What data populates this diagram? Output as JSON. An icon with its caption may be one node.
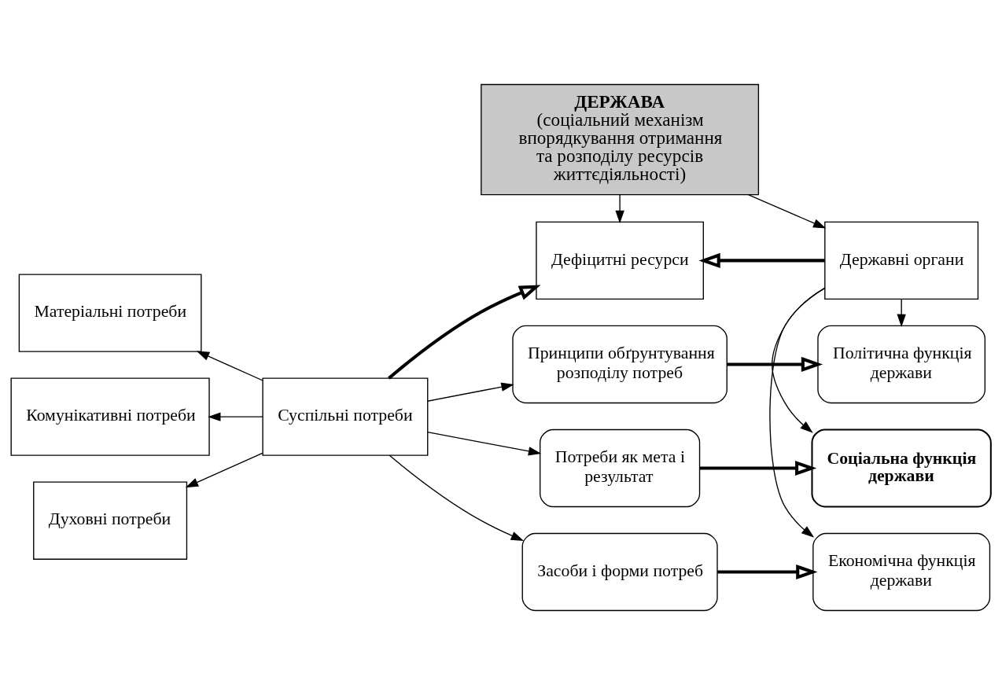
{
  "diagram": {
    "nodes": [
      {
        "text": [
          "ДЕРЖАВА",
          "(соціальний механізм впорядкування отримання та розподілу ресурсів життєдіяльності)"
        ]
      },
      {
        "text": [
          "Матеріальні потреби"
        ]
      },
      {
        "text": [
          "Комунікативні потреби"
        ]
      },
      {
        "text": [
          "Духовні потреби"
        ]
      },
      {
        "text": [
          "Суспільні потреби"
        ]
      },
      {
        "text": [
          "Дефіцитні ресурси"
        ]
      },
      {
        "text": [
          "Державні органи"
        ]
      },
      {
        "text": [
          "Потреби як мета і результат"
        ]
      },
      {
        "text": [
          "Соціальна функція держави"
        ]
      },
      {
        "text": [
          "Засоби і форми потреб"
        ]
      },
      {
        "text": [
          "Економічна функція держави"
        ]
      },
      {
        "text": [
          "Принципи обґрунтування розподілу потреб"
        ]
      },
      {
        "text": [
          "Політична функція держави"
        ]
      }
    ],
    "edges": [
      {
        "from": 4,
        "to": 1,
        "arrow": "to"
      },
      {
        "from": 4,
        "to": 2,
        "arrow": "to"
      },
      {
        "from": 4,
        "to": 3,
        "arrow": "to"
      },
      {
        "from": 4,
        "to": 5,
        "arrow": "to",
        "style": "thick"
      },
      {
        "from": 6,
        "to": 5,
        "arrow": "to",
        "style": "thick"
      },
      {
        "from": 0,
        "to": 5,
        "arrow": "to"
      },
      {
        "from": 0,
        "to": 6,
        "arrow": "to"
      },
      {
        "from": 4,
        "to": 7,
        "arrow": "to"
      },
      {
        "from": 4,
        "to": 9,
        "arrow": "to"
      },
      {
        "from": 4,
        "to": 11,
        "arrow": "to"
      },
      {
        "from": 7,
        "to": 8,
        "arrow": "to",
        "style": "thick"
      },
      {
        "from": 9,
        "to": 10,
        "arrow": "to",
        "style": "thick"
      },
      {
        "from": 11,
        "to": 12,
        "arrow": "to",
        "style": "thick"
      },
      {
        "from": 6,
        "to": 8,
        "arrow": "to"
      },
      {
        "from": 6,
        "to": 10,
        "arrow": "to"
      },
      {
        "from": 6,
        "to": 12,
        "arrow": "to"
      }
    ]
  }
}
